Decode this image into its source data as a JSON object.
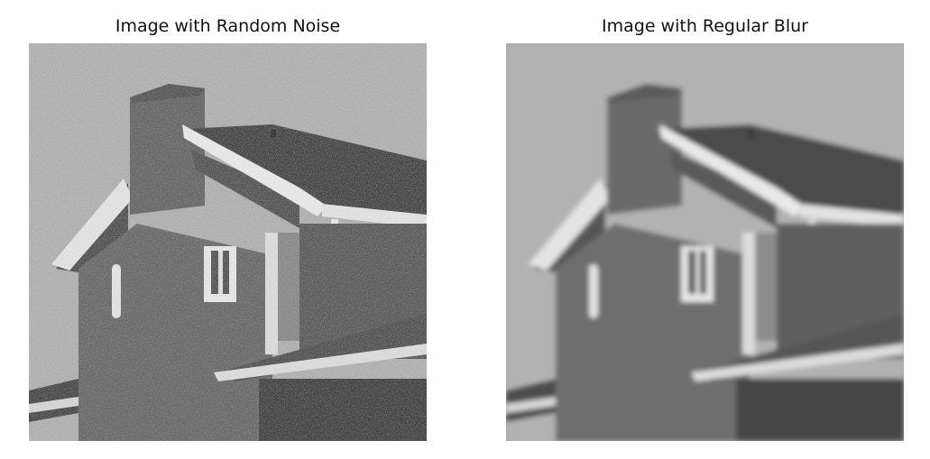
{
  "panels": [
    {
      "title": "Image with Random Noise",
      "picture": "house-photo-noisy"
    },
    {
      "title": "Image with Regular Blur",
      "picture": "house-photo-blurred"
    }
  ],
  "colors": {
    "sky": "#b2b2b2",
    "wall": "#6a6a6a",
    "roof": "#4e4e4e",
    "trim": "#e6e6e6",
    "dark": "#3a3a3a"
  }
}
